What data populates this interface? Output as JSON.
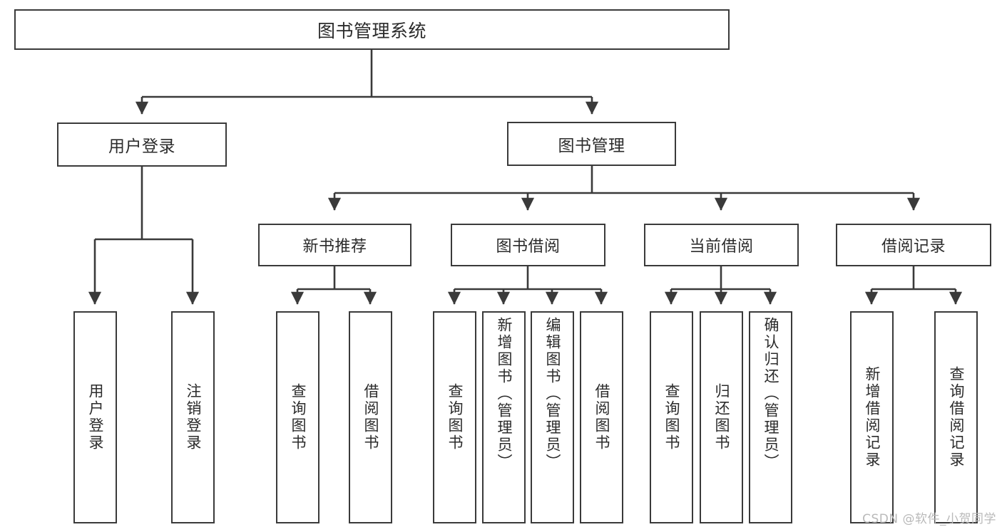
{
  "diagram": {
    "title": "图书管理系统",
    "watermark": "CSDN @软件_小贺同学",
    "line_color": "#3a3a3a",
    "text_color": "#2b2b2b",
    "background": "#ffffff"
  },
  "nodes": {
    "root": {
      "label": "图书管理系统"
    },
    "level2": [
      {
        "id": "user-login",
        "label": "用户登录"
      },
      {
        "id": "book-manage",
        "label": "图书管理"
      }
    ],
    "level3": [
      {
        "id": "new-book-recommend",
        "label": "新书推荐"
      },
      {
        "id": "book-borrow",
        "label": "图书借阅"
      },
      {
        "id": "current-borrow",
        "label": "当前借阅"
      },
      {
        "id": "borrow-record",
        "label": "借阅记录"
      }
    ],
    "leaves": {
      "user_login": [
        {
          "id": "leaf-user-login",
          "label": "用户登录"
        },
        {
          "id": "leaf-logout",
          "label": "注销登录"
        }
      ],
      "new_book_recommend": [
        {
          "id": "leaf-query-book-1",
          "label": "查询图书"
        },
        {
          "id": "leaf-borrow-book-1",
          "label": "借阅图书"
        }
      ],
      "book_borrow": [
        {
          "id": "leaf-query-book-2",
          "label": "查询图书"
        },
        {
          "id": "leaf-add-book",
          "label": "新增图书（管理员）"
        },
        {
          "id": "leaf-edit-book",
          "label": "编辑图书（管理员）"
        },
        {
          "id": "leaf-borrow-book-2",
          "label": "借阅图书"
        }
      ],
      "current_borrow": [
        {
          "id": "leaf-query-book-3",
          "label": "查询图书"
        },
        {
          "id": "leaf-return-book",
          "label": "归还图书"
        },
        {
          "id": "leaf-confirm-return",
          "label": "确认归还（管理员）"
        }
      ],
      "borrow_record": [
        {
          "id": "leaf-add-record",
          "label": "新增借阅记录"
        },
        {
          "id": "leaf-query-record",
          "label": "查询借阅记录"
        }
      ]
    }
  }
}
